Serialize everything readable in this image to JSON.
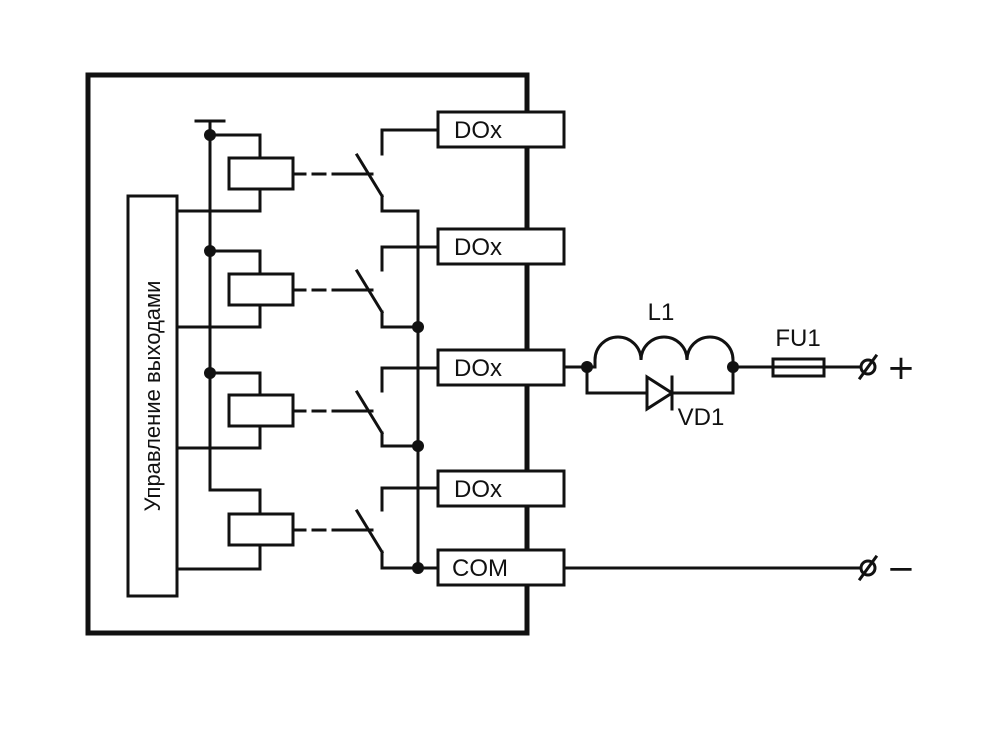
{
  "controller": {
    "control_block_label": "Управление выходами",
    "terminals": [
      "DOx",
      "DOx",
      "DOx",
      "DOx",
      "COM"
    ]
  },
  "external": {
    "inductor_label": "L1",
    "diode_label": "VD1",
    "fuse_label": "FU1",
    "plus_label": "+",
    "minus_label": "−"
  }
}
